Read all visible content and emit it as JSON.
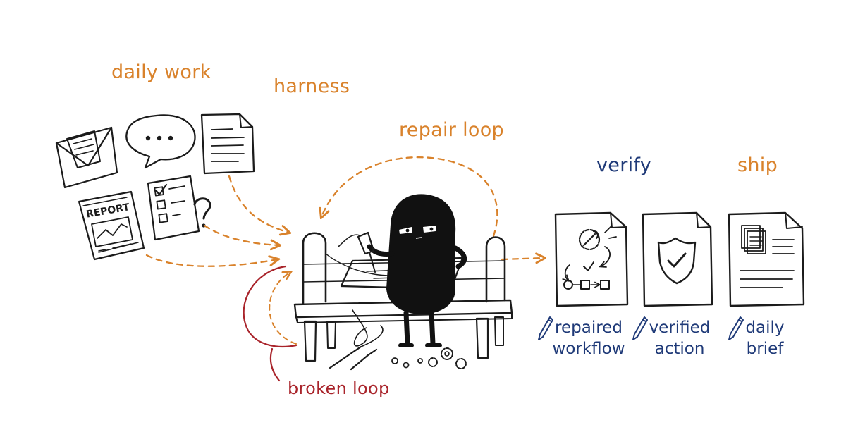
{
  "labels": {
    "daily_work": "daily work",
    "harness": "harness",
    "repair_loop": "repair loop",
    "verify": "verify",
    "ship": "ship",
    "broken_loop": "broken loop"
  },
  "inputs": {
    "report_text": "REPORT"
  },
  "outputs": [
    {
      "line1": "repaired",
      "line2": "workflow"
    },
    {
      "line1": "verified",
      "line2": "action"
    },
    {
      "line1": "daily",
      "line2": "brief"
    }
  ],
  "colors": {
    "orange": "#d9822b",
    "navy": "#1f3a78",
    "red": "#a9242b",
    "ink": "#1b1b1b"
  },
  "icons": [
    "envelope-icon",
    "speech-bubble-icon",
    "document-icon",
    "report-icon",
    "checklist-icon",
    "question-mark-icon",
    "gear-icon",
    "shield-check-icon",
    "stacked-documents-icon",
    "pen-icon",
    "wrench-icon",
    "soldering-iron-icon"
  ]
}
